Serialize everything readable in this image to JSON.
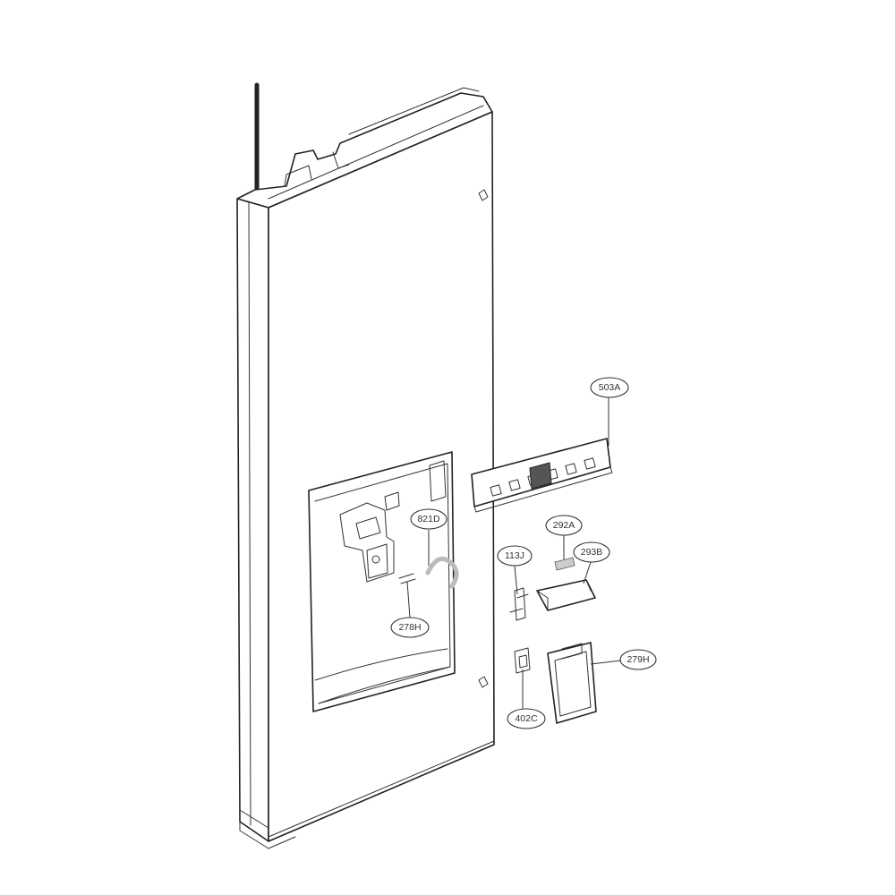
{
  "diagram": {
    "parts": [
      {
        "id": "door",
        "name": "door-assembly"
      },
      {
        "id": "dispenser-recess",
        "name": "dispenser-recess"
      },
      {
        "id": "503A",
        "name": "control-panel-503A"
      },
      {
        "id": "821D",
        "name": "tube-821D"
      },
      {
        "id": "278H",
        "name": "clip-278H"
      },
      {
        "id": "113J",
        "name": "switch-113J"
      },
      {
        "id": "402C",
        "name": "switch-402C"
      },
      {
        "id": "292A",
        "name": "pad-292A"
      },
      {
        "id": "293B",
        "name": "cover-293B"
      },
      {
        "id": "279H",
        "name": "lever-279H"
      }
    ],
    "callouts": [
      {
        "label": "503A"
      },
      {
        "label": "821D"
      },
      {
        "label": "278H"
      },
      {
        "label": "113J"
      },
      {
        "label": "402C"
      },
      {
        "label": "292A"
      },
      {
        "label": "293B"
      },
      {
        "label": "279H"
      }
    ]
  }
}
